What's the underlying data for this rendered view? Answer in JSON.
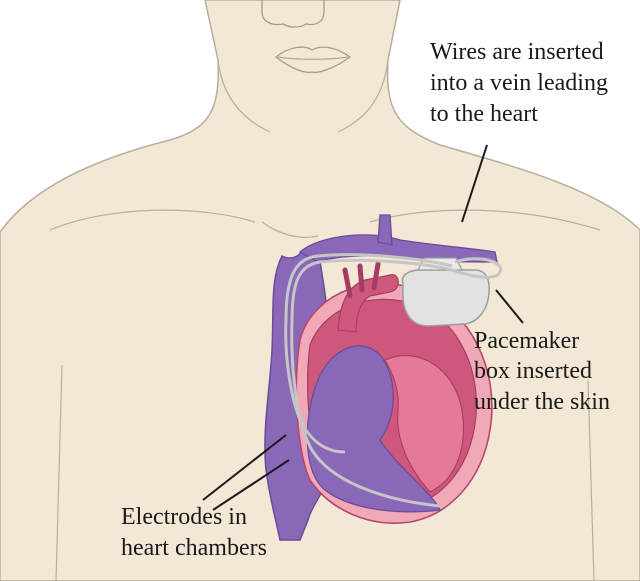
{
  "labels": {
    "wires": [
      "Wires are inserted",
      "into a vein leading",
      "to the heart"
    ],
    "pacemaker": [
      "Pacemaker",
      "box inserted",
      "under the skin"
    ],
    "electrodes": [
      "Electrodes in",
      "heart chambers"
    ]
  },
  "colors": {
    "skin": "#f3e7d5",
    "skin_outline": "#b9ad9d",
    "vein": "#8a68b8",
    "vein_dark": "#6a4c98",
    "heart": "#d0577c",
    "heart_light": "#f1a9b8",
    "wire": "#c6c6c6",
    "device": "#e2e2e2",
    "leader": "#1a1a1a"
  }
}
